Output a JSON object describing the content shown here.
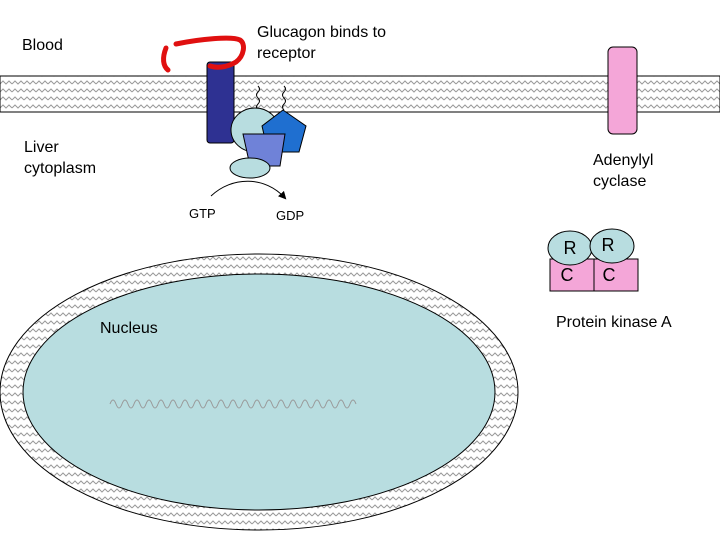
{
  "labels": {
    "blood": "Blood",
    "receptor_caption": "Glucagon binds to\nreceptor",
    "liver_cytoplasm": "Liver\ncytoplasm",
    "adenylyl_cyclase": "Adenylyl\ncyclase",
    "gtp": "GTP",
    "gdp": "GDP",
    "nucleus": "Nucleus",
    "protein_kinase_a": "Protein kinase A",
    "pka_subunits": {
      "regulatory_left": "R",
      "regulatory_right": "R",
      "catalytic_left": "C",
      "catalytic_right": "C"
    }
  },
  "colors": {
    "membrane_hatch": "#9a9a9a",
    "glucagon": "#e01010",
    "receptor": "#2e3192",
    "g_protein_alpha": "#b8dde0",
    "g_protein_beta": "#1f6fd0",
    "g_protein_gamma": "#6f82d8",
    "adenylyl_cyclase": "#f4a6d8",
    "nucleus_fill": "#b8dde0",
    "pka_regulatory": "#b8dde0",
    "pka_catalytic": "#f4a6d8"
  }
}
